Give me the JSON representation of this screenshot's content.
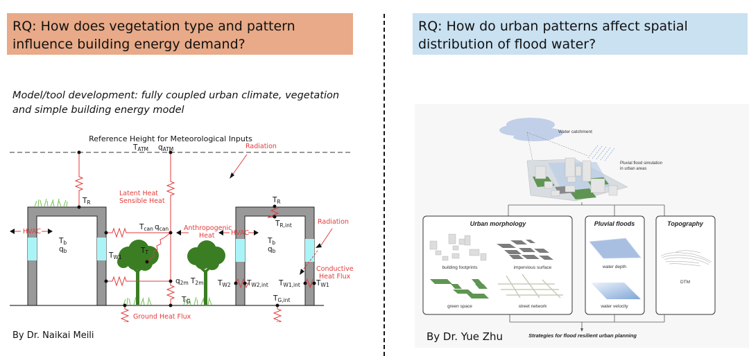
{
  "left_panel": {
    "research_question": "RQ: How does vegetation type and pattern influence building energy demand?",
    "subtitle": "Model/tool development: fully coupled urban climate, vegetation and simple building energy model",
    "author": "By Dr. Naikai Meili",
    "diagram": {
      "reference_height_label": "Reference Height for Meteorological Inputs",
      "t_atm": "T",
      "t_atm_sub": "ATM",
      "q_atm": "q",
      "q_atm_sub": "ATM",
      "radiation_top": "Radiation",
      "latent_heat": "Latent Heat",
      "sensible_heat": "Sensible Heat",
      "anthropogenic_1": "Anthropogenic",
      "anthropogenic_2": "Heat",
      "hvac_left": "HVAC",
      "hvac_right": "HVAC",
      "radiation_right": "Radiation",
      "conductive_1": "Conductive",
      "conductive_2": "Heat Flux",
      "ground_heat_flux": "Ground Heat Flux",
      "t_r_left": "T",
      "t_r_left_sub": "R",
      "t_r_right": "T",
      "t_r_right_sub": "R",
      "t_r_int": "T",
      "t_r_int_sub": "R,int",
      "t_b_left": "T",
      "t_b_left_sub": "b",
      "q_b_left": "q",
      "q_b_left_sub": "b",
      "t_b_right": "T",
      "t_b_right_sub": "b",
      "q_b_right": "q",
      "q_b_right_sub": "b",
      "t_can": "T",
      "t_can_sub": "can",
      "q_can": "q",
      "q_can_sub": "can",
      "t_w1_left": "T",
      "t_w1_left_sub": "W1",
      "t_t": "T",
      "t_t_sub": "T",
      "q_2m": "q",
      "q_2m_sub": "2m",
      "t_2m": "T",
      "t_2m_sub": "2m",
      "t_g": "T",
      "t_g_sub": "G",
      "t_w2": "T",
      "t_w2_sub": "W2",
      "t_w2_int": "T",
      "t_w2_int_sub": "W2,int",
      "t_w1_int": "T",
      "t_w1_int_sub": "W1,int",
      "t_w1_right": "T",
      "t_w1_right_sub": "W1",
      "t_g_int": "T",
      "t_g_int_sub": "G,int"
    }
  },
  "right_panel": {
    "research_question": "RQ: How do urban patterns affect spatial distribution of flood water?",
    "author": "By Dr. Yue Zhu",
    "diagram": {
      "water_catchment": "Water catchment",
      "pluvial_sim_1": "Pluvial flood simulation",
      "pluvial_sim_2": "in urban areas",
      "boxes": [
        {
          "title": "Urban morphology",
          "items": [
            "building footprints",
            "impervious surface",
            "green space",
            "street network"
          ]
        },
        {
          "title": "Pluvial floods",
          "items": [
            "water depth",
            "water velocity"
          ]
        },
        {
          "title": "Topography",
          "items": [
            "DTM"
          ]
        }
      ],
      "conclusion": "Strategies for flood resilient urban planning"
    }
  },
  "colors": {
    "rq_left_bg": "#e8aa88",
    "rq_right_bg": "#c9e1f1",
    "annotation_red": "#e23b3b",
    "wall_gray": "#999999",
    "window_cyan": "#aaf4f8",
    "tree_green": "#3b7d23"
  }
}
